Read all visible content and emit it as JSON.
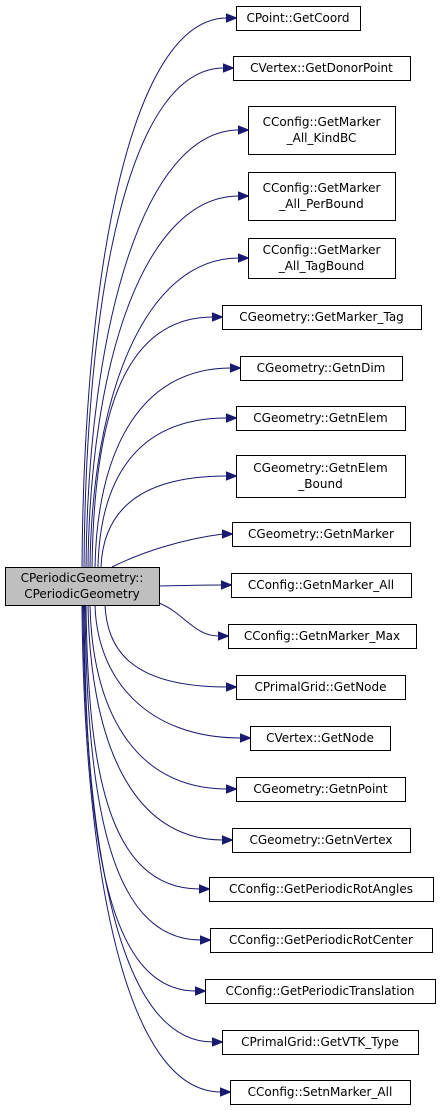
{
  "graph": {
    "root": {
      "id": "root",
      "lines": [
        "CPeriodicGeometry::",
        "CPeriodicGeometry"
      ]
    },
    "nodes": [
      {
        "id": "n1",
        "lines": [
          "CPoint::GetCoord"
        ]
      },
      {
        "id": "n2",
        "lines": [
          "CVertex::GetDonorPoint"
        ]
      },
      {
        "id": "n3",
        "lines": [
          "CConfig::GetMarker",
          "_All_KindBC"
        ]
      },
      {
        "id": "n4",
        "lines": [
          "CConfig::GetMarker",
          "_All_PerBound"
        ]
      },
      {
        "id": "n5",
        "lines": [
          "CConfig::GetMarker",
          "_All_TagBound"
        ]
      },
      {
        "id": "n6",
        "lines": [
          "CGeometry::GetMarker_Tag"
        ]
      },
      {
        "id": "n7",
        "lines": [
          "CGeometry::GetnDim"
        ]
      },
      {
        "id": "n8",
        "lines": [
          "CGeometry::GetnElem"
        ]
      },
      {
        "id": "n9",
        "lines": [
          "CGeometry::GetnElem",
          "_Bound"
        ]
      },
      {
        "id": "n10",
        "lines": [
          "CGeometry::GetnMarker"
        ]
      },
      {
        "id": "n11",
        "lines": [
          "CConfig::GetnMarker_All"
        ]
      },
      {
        "id": "n12",
        "lines": [
          "CConfig::GetnMarker_Max"
        ]
      },
      {
        "id": "n13",
        "lines": [
          "CPrimalGrid::GetNode"
        ]
      },
      {
        "id": "n14",
        "lines": [
          "CVertex::GetNode"
        ]
      },
      {
        "id": "n15",
        "lines": [
          "CGeometry::GetnPoint"
        ]
      },
      {
        "id": "n16",
        "lines": [
          "CGeometry::GetnVertex"
        ]
      },
      {
        "id": "n17",
        "lines": [
          "CConfig::GetPeriodicRotAngles"
        ]
      },
      {
        "id": "n18",
        "lines": [
          "CConfig::GetPeriodicRotCenter"
        ]
      },
      {
        "id": "n19",
        "lines": [
          "CConfig::GetPeriodicTranslation"
        ]
      },
      {
        "id": "n20",
        "lines": [
          "CPrimalGrid::GetVTK_Type"
        ]
      },
      {
        "id": "n21",
        "lines": [
          "CConfig::SetnMarker_All"
        ]
      }
    ],
    "colors": {
      "edge": "#191970",
      "root_fill": "#bfbfbf",
      "node_fill": "#ffffff",
      "border": "#000000"
    }
  }
}
